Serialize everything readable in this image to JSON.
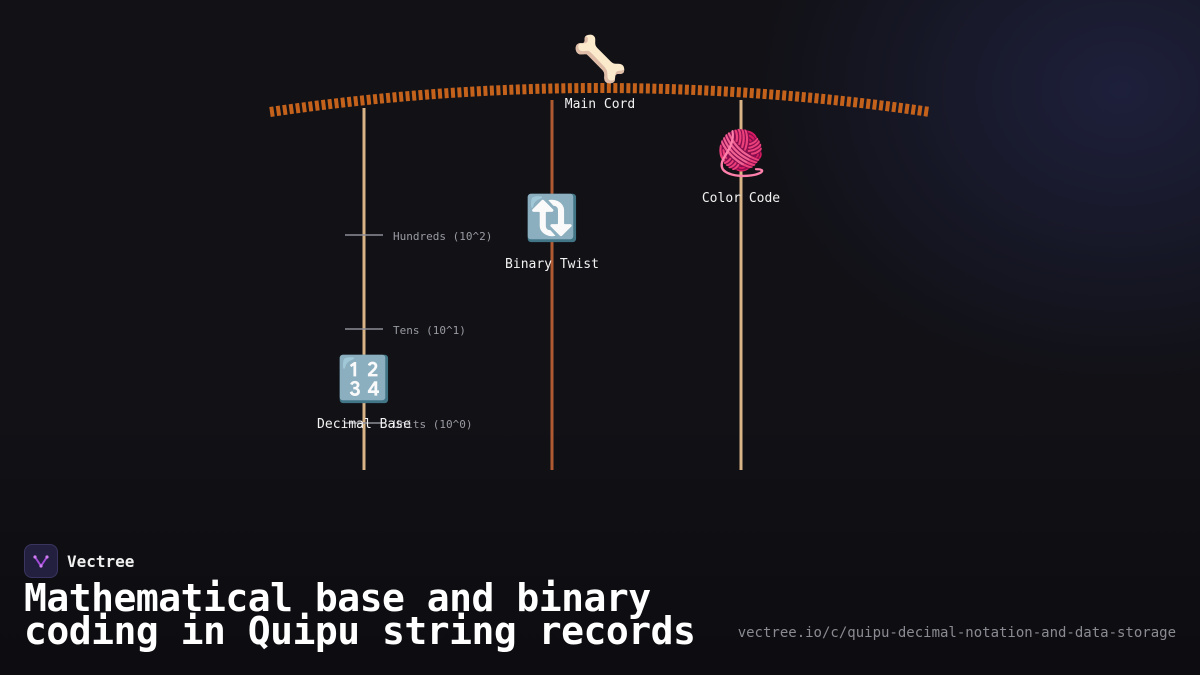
{
  "diagram": {
    "main_cord": {
      "label": "Main Cord",
      "icon": "bone-icon",
      "emoji": "🦴"
    },
    "pendants": [
      {
        "label": "Decimal Base",
        "icon": "input-numbers-icon",
        "emoji": "🔢",
        "color": "#d8b487"
      },
      {
        "label": "Binary Twist",
        "icon": "twisted-arrows-icon",
        "emoji": "🔃",
        "color": "#b05a32"
      },
      {
        "label": "Color Code",
        "icon": "yarn-icon",
        "emoji": "🧶",
        "color": "#d8b487"
      }
    ],
    "ticks": [
      {
        "label": "Hundreds (10^2)"
      },
      {
        "label": "Tens (10^1)"
      },
      {
        "label": "Units (10^0)"
      }
    ],
    "cord_color": "#c4621c"
  },
  "brand": {
    "name": "Vectree"
  },
  "title": {
    "line1": "Mathematical base and binary",
    "line2": "coding in Quipu string records"
  },
  "url": "vectree.io/c/quipu-decimal-notation-and-data-storage"
}
